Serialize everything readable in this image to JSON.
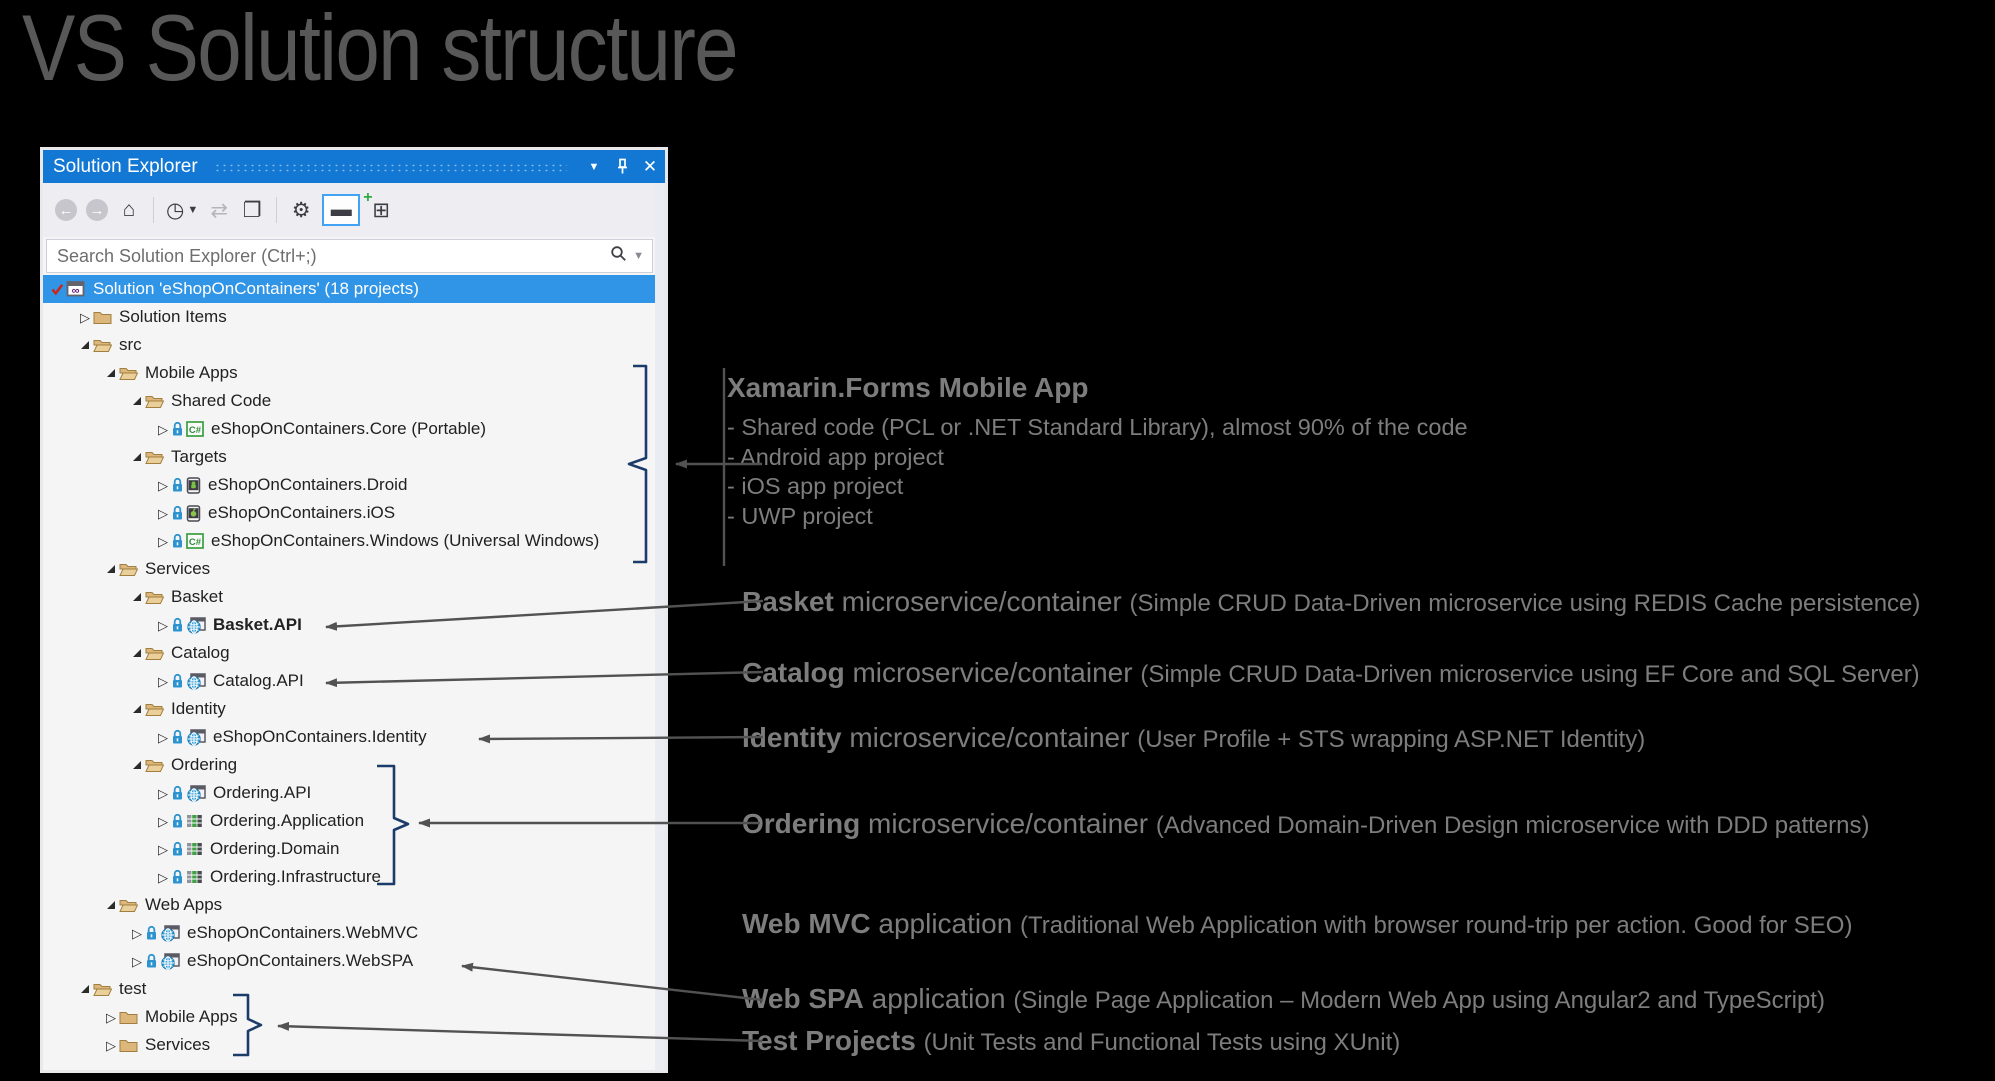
{
  "page": {
    "title": "VS Solution structure"
  },
  "colors": {
    "titlebar_blue": "#1278d3",
    "selection_blue": "#3094e7",
    "folder_tan": "#dcb67a",
    "brace_navy": "#1b3b69",
    "arrow_gray": "#525252",
    "annotation_gray": "#7d7d7d"
  },
  "panel": {
    "title": "Solution Explorer",
    "titlebar_icons": [
      {
        "name": "window-position-icon",
        "glyph": "▼"
      },
      {
        "name": "pin-icon",
        "glyph": "pin-svg"
      },
      {
        "name": "close-icon",
        "glyph": "✕"
      }
    ],
    "toolbar": [
      {
        "name": "back-icon",
        "glyph": "←",
        "style": "circle"
      },
      {
        "name": "forward-icon",
        "glyph": "→",
        "style": "circle"
      },
      {
        "name": "home-icon",
        "glyph": "⌂",
        "style": "dark"
      },
      {
        "name": "separator"
      },
      {
        "name": "pending-changes-filter-icon",
        "glyph": "◷",
        "style": "dark",
        "caret": true
      },
      {
        "name": "sync-with-active-document-icon",
        "glyph": "⇄",
        "style": "muted"
      },
      {
        "name": "collapse-all-icon",
        "glyph": "❐",
        "style": "dark"
      },
      {
        "name": "separator"
      },
      {
        "name": "properties-icon",
        "glyph": "⚙",
        "style": "dark"
      },
      {
        "name": "preview-selected-items-icon",
        "glyph": "▬",
        "style": "dark",
        "active": true
      },
      {
        "name": "show-all-files-icon",
        "glyph": "⊞",
        "style": "dark",
        "plus": true
      }
    ],
    "search": {
      "placeholder": "Search Solution Explorer (Ctrl+;)"
    }
  },
  "tree": {
    "rows": [
      {
        "label": "Solution 'eShopOnContainers' (18 projects)",
        "level": 0,
        "type": "solution",
        "selected": true
      },
      {
        "label": "Solution Items",
        "level": 1,
        "type": "folder",
        "expanded": false
      },
      {
        "label": "src",
        "level": 1,
        "type": "folder",
        "expanded": true
      },
      {
        "label": "Mobile Apps",
        "level": 2,
        "type": "folder",
        "expanded": true
      },
      {
        "label": "Shared Code",
        "level": 3,
        "type": "folder",
        "expanded": true
      },
      {
        "label": "eShopOnContainers.Core (Portable)",
        "level": 4,
        "type": "project",
        "icon": "csharp-project-icon"
      },
      {
        "label": "Targets",
        "level": 3,
        "type": "folder",
        "expanded": true
      },
      {
        "label": "eShopOnContainers.Droid",
        "level": 4,
        "type": "project",
        "icon": "android-project-icon"
      },
      {
        "label": "eShopOnContainers.iOS",
        "level": 4,
        "type": "project",
        "icon": "ios-project-icon"
      },
      {
        "label": "eShopOnContainers.Windows (Universal Windows)",
        "level": 4,
        "type": "project",
        "icon": "csharp-project-icon"
      },
      {
        "label": "Services",
        "level": 2,
        "type": "folder",
        "expanded": true
      },
      {
        "label": "Basket",
        "level": 3,
        "type": "folder",
        "expanded": true
      },
      {
        "label": "Basket.API",
        "level": 4,
        "type": "project",
        "icon": "web-project-icon",
        "bold": true
      },
      {
        "label": "Catalog",
        "level": 3,
        "type": "folder",
        "expanded": true
      },
      {
        "label": "Catalog.API",
        "level": 4,
        "type": "project",
        "icon": "web-project-icon"
      },
      {
        "label": "Identity",
        "level": 3,
        "type": "folder",
        "expanded": true
      },
      {
        "label": "eShopOnContainers.Identity",
        "level": 4,
        "type": "project",
        "icon": "web-project-icon"
      },
      {
        "label": "Ordering",
        "level": 3,
        "type": "folder",
        "expanded": true
      },
      {
        "label": "Ordering.API",
        "level": 4,
        "type": "project",
        "icon": "web-project-icon"
      },
      {
        "label": "Ordering.Application",
        "level": 4,
        "type": "project",
        "icon": "library-project-icon"
      },
      {
        "label": "Ordering.Domain",
        "level": 4,
        "type": "project",
        "icon": "library-project-icon"
      },
      {
        "label": "Ordering.Infrastructure",
        "level": 4,
        "type": "project",
        "icon": "library-project-icon"
      },
      {
        "label": "Web Apps",
        "level": 2,
        "type": "folder",
        "expanded": true
      },
      {
        "label": "eShopOnContainers.WebMVC",
        "level": 3,
        "type": "project",
        "icon": "web-project-icon"
      },
      {
        "label": "eShopOnContainers.WebSPA",
        "level": 3,
        "type": "project",
        "icon": "web-project-icon"
      },
      {
        "label": "test",
        "level": 1,
        "type": "folder",
        "expanded": true
      },
      {
        "label": "Mobile Apps",
        "level": 2,
        "type": "folder",
        "expanded": false
      },
      {
        "label": "Services",
        "level": 2,
        "type": "folder",
        "expanded": false
      }
    ]
  },
  "annotations": [
    {
      "id": "xamarin",
      "title": "Xamarin.Forms Mobile App",
      "bullets": [
        "- Shared code (PCL or .NET Standard Library), almost 90% of the code",
        "- Android app project",
        "- iOS app project",
        "- UWP project"
      ]
    },
    {
      "id": "basket",
      "bold": "Basket",
      "mid": " microservice/container ",
      "paren": "(Simple CRUD Data-Driven microservice using REDIS Cache persistence)"
    },
    {
      "id": "catalog",
      "bold": "Catalog",
      "mid": " microservice/container ",
      "paren": "(Simple CRUD Data-Driven microservice using EF Core and SQL Server)"
    },
    {
      "id": "identity",
      "bold": "Identity",
      "mid": " microservice/container ",
      "paren": "(User Profile + STS wrapping ASP.NET Identity)"
    },
    {
      "id": "ordering",
      "bold": "Ordering",
      "mid": " microservice/container ",
      "paren": "(Advanced Domain-Driven Design microservice with DDD patterns)"
    },
    {
      "id": "webmvc",
      "bold": "Web MVC",
      "mid": " application ",
      "paren": "(Traditional Web Application with browser round-trip per action. Good for SEO)"
    },
    {
      "id": "webspa",
      "bold": "Web SPA",
      "mid": " application ",
      "paren": "(Single Page Application – Modern Web App using Angular2 and TypeScript)"
    },
    {
      "id": "test",
      "bold": "Test Projects",
      "mid": " ",
      "paren": "(Unit Tests and Functional Tests using XUnit)"
    }
  ]
}
